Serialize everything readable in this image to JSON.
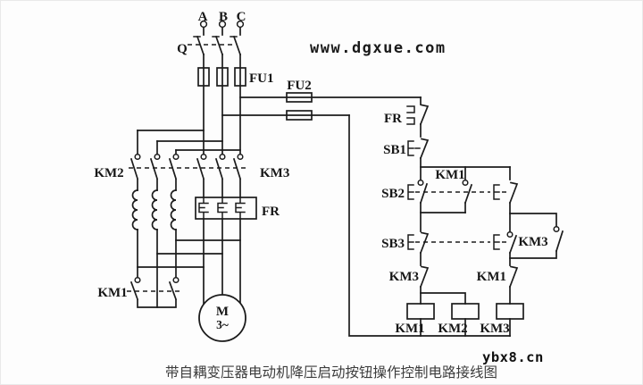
{
  "watermark_top": "www.dgxue.com",
  "watermark_bottom": "ybx8.cn",
  "caption": "带自耦变压器电动机降压启动按钮操作控制电路接线图",
  "labels": {
    "phase_a": "A",
    "phase_b": "B",
    "phase_c": "C",
    "switch": "Q",
    "fuse_main": "FU1",
    "fuse_control": "FU2",
    "km2_main": "KM2",
    "km3_main": "KM3",
    "fr_main": "FR",
    "km1_main": "KM1",
    "motor_m": "M",
    "motor_phase": "3~",
    "fr_contact": "FR",
    "stop_button": "SB1",
    "start_button": "SB2",
    "km1_hold": "KM1",
    "run_button": "SB3",
    "km3_hold": "KM3",
    "km3_interlock": "KM3",
    "km1_interlock": "KM1",
    "coil_km1": "KM1",
    "coil_km2": "KM2",
    "coil_km3": "KM3"
  }
}
